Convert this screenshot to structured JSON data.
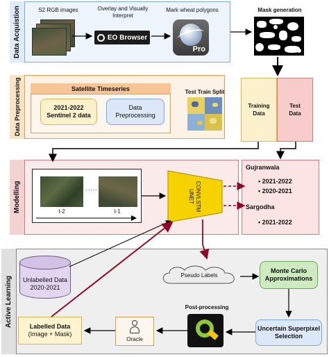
{
  "colors": {
    "acquisition_border": "#7ea6e0",
    "acquisition_fill": "#eef4fc",
    "preprocess_border": "#e59a4f",
    "preprocess_fill": "#fdf2e6",
    "modelling_border": "#c97c7c",
    "modelling_fill": "#fbeaea",
    "active_border": "#888888",
    "active_fill": "#efefef",
    "convlstm_fill": "#f5d200",
    "training_fill": "#fdf1cc",
    "test_fill": "#f9cccc",
    "monte_fill": "#cdeac0",
    "uncertain_fill": "#dce8f8",
    "labelled_fill": "#fff4cf",
    "dark_red": "#8b0a2a"
  },
  "sections": {
    "acquisition": "Data Acquistion",
    "preprocessing": "Data Preprocessing",
    "modelling": "Modelling",
    "active_learning": "Active Learning"
  },
  "acquisition": {
    "s2_images": "S2 RGB images",
    "overlay": "Overlay and Visually Interpret",
    "eo_browser": "EO Browser",
    "mark_polygons": "Mark wheat polygons",
    "pro_badge": "Pro",
    "mask_generation": "Mask generation"
  },
  "preprocessing": {
    "satellite_timeseries": "Satellite Timeseries",
    "sentinel_line1": "2021-2022",
    "sentinel_line2": "Sentinel 2 data",
    "data_pre_line1": "Data",
    "data_pre_line2": "Preprocessing",
    "test_train_split": "Test Train Split"
  },
  "split": {
    "training_line1": "Training",
    "training_line2": "Data",
    "test_line1": "Test",
    "test_line2": "Data"
  },
  "modelling": {
    "t2": "t-2",
    "t1": "t-1",
    "dots": "· · · · ·",
    "convlstm_line1": "CONVLSTM",
    "convlstm_line2": "UNET"
  },
  "results": {
    "gujranwala": "Gujranwala",
    "gujranwala_years": [
      "2021-2022",
      "2020-2021"
    ],
    "sargodha": "Sargodha",
    "sargodha_years": [
      "2021-2022"
    ]
  },
  "active_learning": {
    "unlabelled_line1": "Unlabelled Data",
    "unlabelled_line2": "2020-2021",
    "pseudo_labels": "Pseudo Labels",
    "monte_line1": "Monte Carlo",
    "monte_line2": "Approximations",
    "post_processing": "Post-processing",
    "uncertain_line1": "Uncertain Superpixel",
    "uncertain_line2": "Selection",
    "oracle": "Oracle",
    "labelled_line1": "Labelled Data",
    "labelled_line2": "(Image + Mask)"
  }
}
